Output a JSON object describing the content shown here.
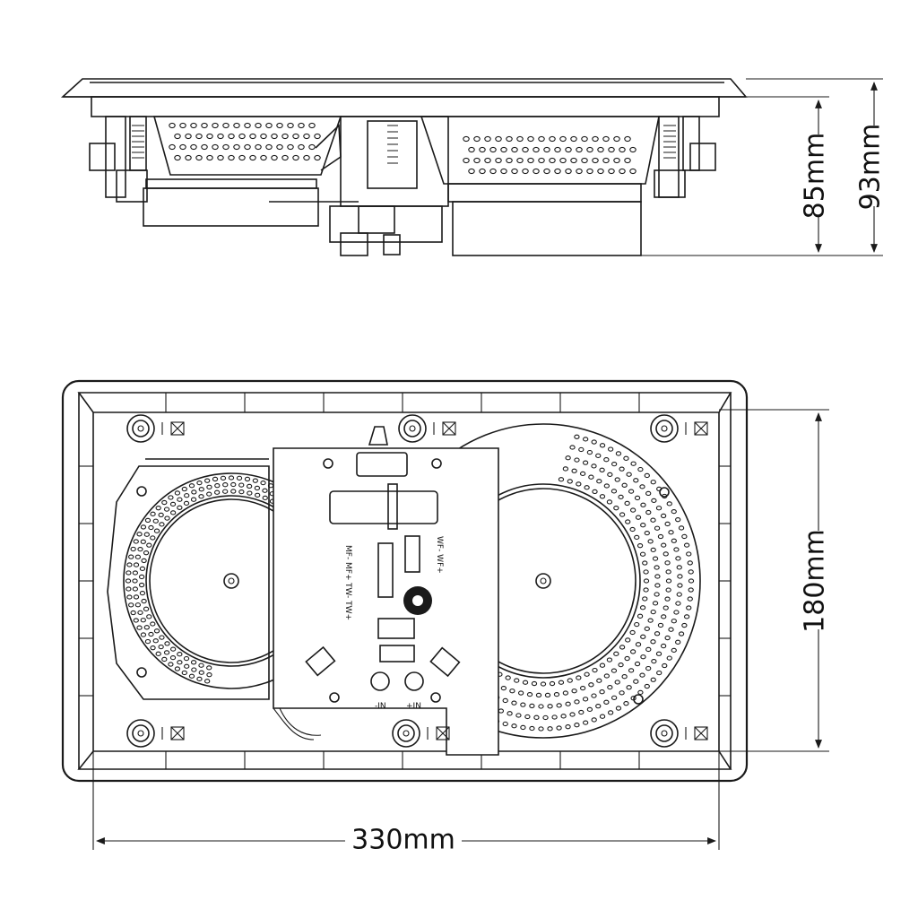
{
  "diagram": {
    "dimensions": {
      "depth_inner": "85mm",
      "depth_total": "93mm",
      "height": "180mm",
      "width": "330mm"
    },
    "pcb_labels": {
      "mid_pair": "MF- MF+",
      "tweeter_pair": "TW- TW+",
      "woofer_pair": "WF- WF+",
      "in_minus": "-IN",
      "in_plus": "+IN"
    },
    "colors": {
      "line": "#1a1a1a",
      "background": "#ffffff"
    }
  }
}
